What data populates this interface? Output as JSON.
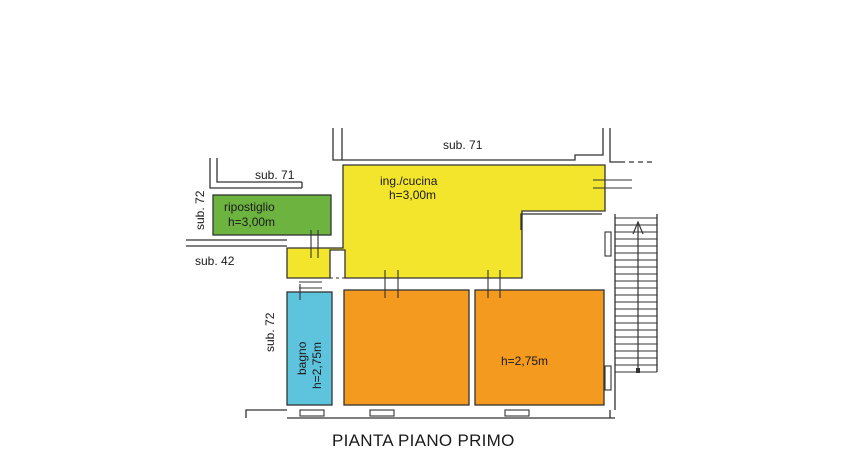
{
  "title": "PIANTA PIANO PRIMO",
  "colors": {
    "green": "#6cb33f",
    "yellow": "#f3e52c",
    "orange": "#f39a1f",
    "blue": "#5ec3dd",
    "wall": "#333333"
  },
  "rooms": {
    "kitchen": {
      "name": "ing./cucina",
      "height": "h=3,00m"
    },
    "storage": {
      "name": "ripostiglio",
      "height": "h=3,00m"
    },
    "bath": {
      "name": "bagno",
      "height": "h=2,75m"
    },
    "bedroom": {
      "height": "h=2,75m"
    }
  },
  "neighbors": {
    "top": "sub. 71",
    "top_left": "sub. 71",
    "left_upper": "sub. 72",
    "left_middle": "sub. 42",
    "left_lower": "sub. 72"
  }
}
